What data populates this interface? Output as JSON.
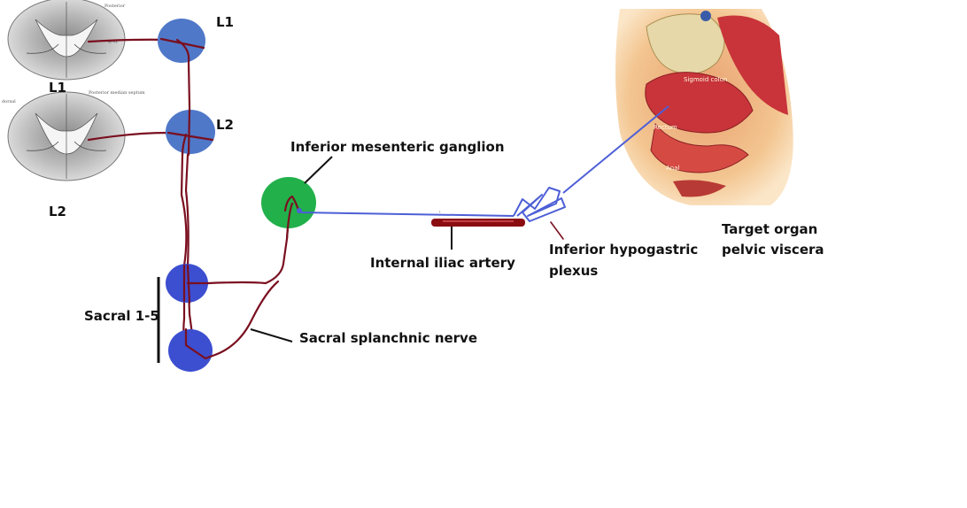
{
  "labels": {
    "cord_top": "L1",
    "cord_bottom": "L2",
    "ganglion_l1": "L1",
    "ganglion_l2": "L2",
    "sacral": "Sacral 1-5",
    "inferior_mesenteric_ganglion": "Inferior mesenteric ganglion",
    "internal_iliac_artery": "Internal iliac artery",
    "inferior_hypogastric_plexus_line1": "Inferior hypogastric",
    "inferior_hypogastric_plexus_line2": "plexus",
    "target_line1": "Target organ",
    "target_line2": "pelvic viscera",
    "sacral_splanchnic_nerve": "Sacral splanchnic nerve"
  },
  "pelvis_image_labels": {
    "sigmoid": "Sigmoid colon",
    "rectum": "Rectum",
    "anal": "Anal"
  },
  "colors": {
    "nerve": "#7a0f1f",
    "ganglion_blue": "#4f78c8",
    "sacral_ganglion_blue": "#3c4fd0",
    "imf_green": "#22b04a",
    "artery": "#8b0d12",
    "plexus_blue": "#4d5fd6",
    "pelvis_base": "#f1c27d",
    "pelvis_red": "#c8343a"
  }
}
